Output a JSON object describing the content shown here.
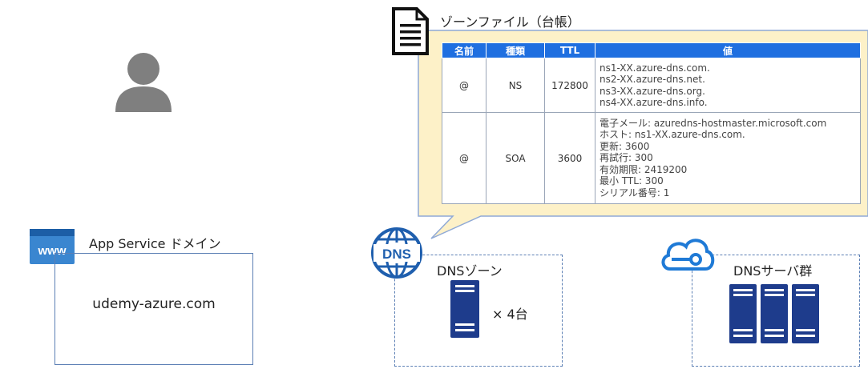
{
  "app_service": {
    "label": "App Service ドメイン",
    "domain": "udemy-azure.com",
    "icon": "www-icon",
    "icon_text": "www"
  },
  "zone_file": {
    "title": "ゾーンファイル（台帳）",
    "columns": [
      "名前",
      "種類",
      "TTL",
      "値"
    ],
    "rows": [
      {
        "name": "@",
        "type": "NS",
        "ttl": "172800",
        "values": [
          "ns1-XX.azure-dns.com.",
          "ns2-XX.azure-dns.net.",
          "ns3-XX.azure-dns.org.",
          "ns4-XX.azure-dns.info."
        ]
      },
      {
        "name": "@",
        "type": "SOA",
        "ttl": "3600",
        "values": [
          "電子メール: azuredns-hostmaster.microsoft.com",
          "ホスト: ns1-XX.azure-dns.com.",
          "更新: 3600",
          "再試行: 300",
          "有効期限: 2419200",
          "最小 TTL: 300",
          "シリアル番号: 1"
        ]
      }
    ]
  },
  "dns_zone": {
    "label": "DNSゾーン",
    "count_text": "× 4台",
    "icon_text": "DNS"
  },
  "dns_servers": {
    "label": "DNSサーバ群"
  },
  "colors": {
    "header_blue": "#1f6fe0",
    "callout_fill": "#fdf1c8",
    "callout_border": "#8fa9d6",
    "box_border": "#5b7fb4",
    "server_blue": "#1e3c8c",
    "person_gray": "#7f7f7f",
    "www_blue": "#3a86d0",
    "dns_blue": "#1f5fae",
    "cloud_blue": "#1f7ad6"
  }
}
